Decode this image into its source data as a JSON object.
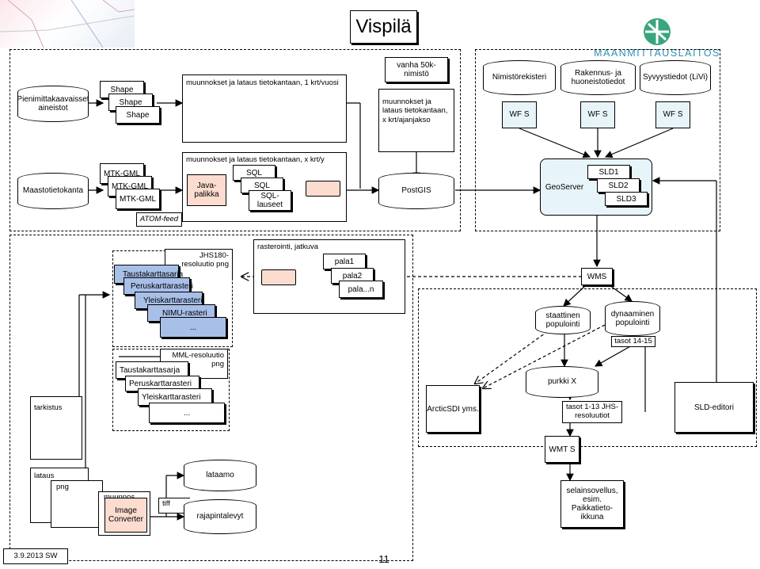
{
  "title": "Vispilä",
  "logo": {
    "text": "MAANMITTAUSLAITOS",
    "color": "#2f8fb0",
    "mark_color": "#3aa57c"
  },
  "footer": {
    "date": "3.9.2013 SW",
    "page": "11"
  },
  "sources": {
    "pienimittakaava": "Pienimittakaavaisset aineistot",
    "maastotieto": "Maastotietokanta",
    "nimisto": "Nimistörekisteri",
    "rakennus": "Rakennus- ja huoneistotiedot",
    "syvyys": "Syvyystiedot (LiVi)",
    "vanha": "vanha 50k-nimistö"
  },
  "shapes": [
    "Shape",
    "Shape",
    "Shape"
  ],
  "mtk": [
    "MTK-GML",
    "MTK-GML",
    "MTK-GML"
  ],
  "labels": {
    "muunnos1": "muunnokset ja lataus tietokantaan, 1 krt/vuosi",
    "muunnos2": "muunnokset ja lataus tietokantaan, x krt/y",
    "muunnos3": "muunnokset ja lataus tietokantaan, x krt/ajanjakso",
    "atom": "ATOM-feed",
    "rasterointi": "rasterointi, jatkuva",
    "jhs": "JHS180-resoluutio png",
    "mml": "MML-resoluutio png",
    "tarkistus": "tarkistus",
    "lataus": "lataus",
    "png": "png",
    "muunnos_box": "muunnos",
    "tiff": "tiff"
  },
  "java": "Java-palikka",
  "sql": [
    "SQL",
    "SQL",
    "SQL-lauseet"
  ],
  "postgis": "PostGIS",
  "wfs": [
    "WF S",
    "WF S",
    "WF S"
  ],
  "geoserver": {
    "label": "GeoServer",
    "sld": [
      "SLD1",
      "SLD2",
      "SLD3"
    ]
  },
  "pala": [
    "pala1",
    "pala2",
    "pala...n"
  ],
  "raster_top": [
    "Taustakarttasarja",
    "Peruskarttarasteri",
    "Yleiskarttarasteri",
    "NIMU-rasteri",
    "..."
  ],
  "raster_bottom": [
    "Taustakarttasarja",
    "Peruskarttarasteri",
    "Yleiskarttarasteri",
    "..."
  ],
  "wms": "WMS",
  "staattinen": "staattinen populointi",
  "dynaaminen": "dynaaminen populointi",
  "tasot1": "tasot 14-15",
  "purkki": "purkki X",
  "tasot2": "tasot 1-13 JHS-resoluutiot",
  "arcsdi": "ArcticSDI yms.",
  "sld_editori": "SLD-editori",
  "wmts": "WMT S",
  "selain": "selainsovellus, esim. Paikkatieto-ikkuna",
  "lataamo": "lataamo",
  "rajapinta": "rajapintalevyt",
  "image_converter": "Image Converter"
}
